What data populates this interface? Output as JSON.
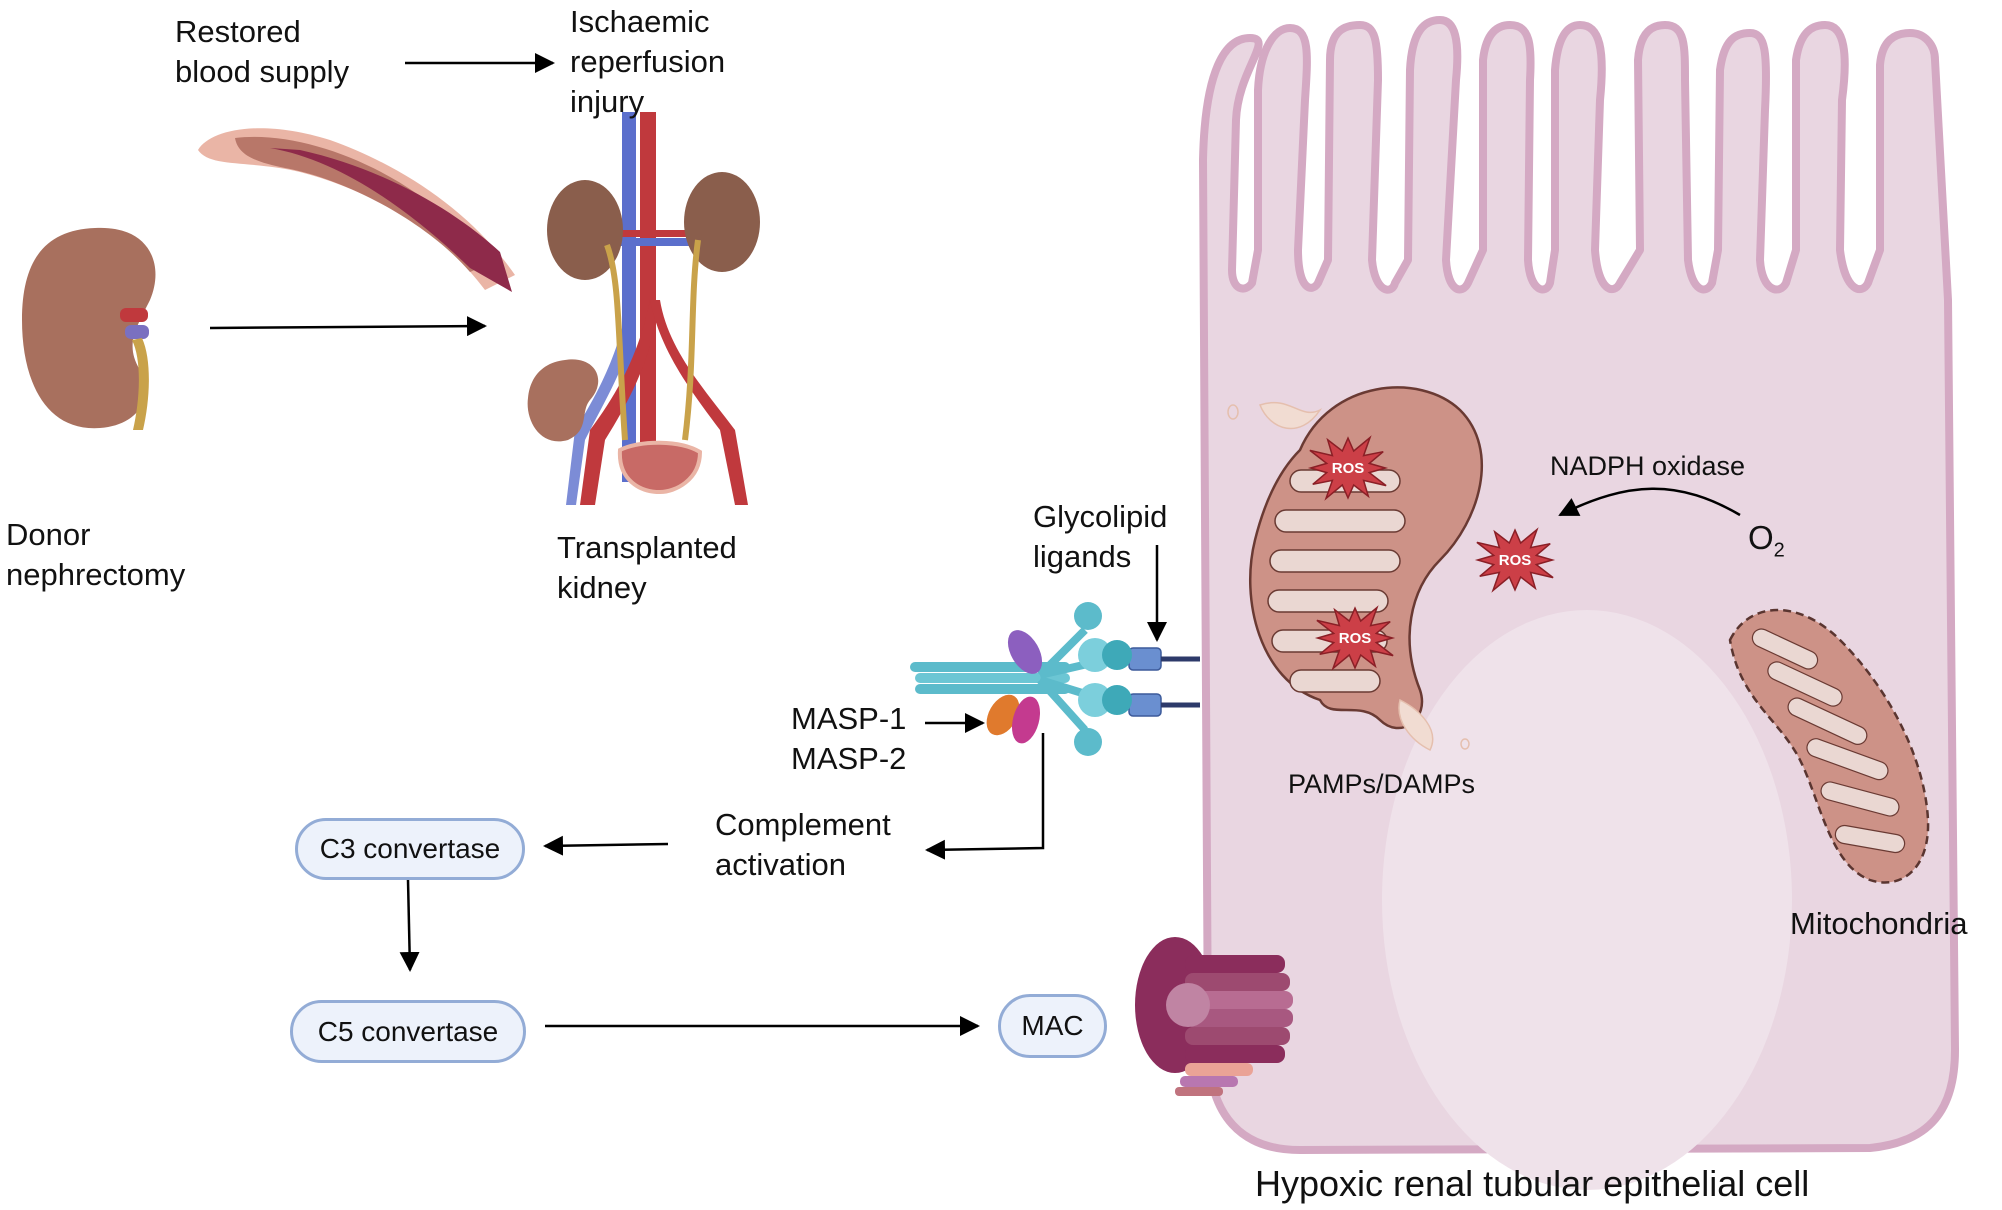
{
  "labels": {
    "restored_blood_supply": [
      "Restored",
      "blood supply"
    ],
    "ischaemic_injury": [
      "Ischaemic",
      "reperfusion",
      "injury"
    ],
    "donor_nephrectomy": [
      "Donor",
      "nephrectomy"
    ],
    "transplanted_kidney": [
      "Transplanted",
      "kidney"
    ],
    "glycolipid_ligands": [
      "Glycolipid",
      "ligands"
    ],
    "masp": [
      "MASP-1",
      "MASP-2"
    ],
    "complement_activation": [
      "Complement",
      "activation"
    ],
    "pamps_damps": "PAMPs/DAMPs",
    "nadph_oxidase": "NADPH oxidase",
    "o2": {
      "base": "O",
      "sub": "2"
    },
    "mitochondria": "Mitochondria",
    "cell_caption": "Hypoxic renal tubular epithelial cell"
  },
  "nodes": {
    "c3": "C3 convertase",
    "c5": "C5 convertase",
    "mac": "MAC"
  },
  "ros": {
    "label": "ROS",
    "count": 3
  },
  "colors": {
    "cell_fill": "#e9d6e1",
    "cell_stroke": "#d4a9c3",
    "nucleus": "#efe2ea",
    "mito_outer": "#cd9287",
    "mito_inner": "#ead7d2",
    "mito_stroke": "#6a3a33",
    "ros_fill": "#cc3f47",
    "pill_fill": "#edf2fb",
    "pill_stroke": "#93acd6",
    "kidney": "#a8705e",
    "artery": "#c0393d",
    "vein": "#5b6fcc",
    "ureter": "#c9a24a",
    "mbl": "#5cbbcb",
    "receptor": "#6a8fd0",
    "mac_pore": "#8b2d5c"
  }
}
